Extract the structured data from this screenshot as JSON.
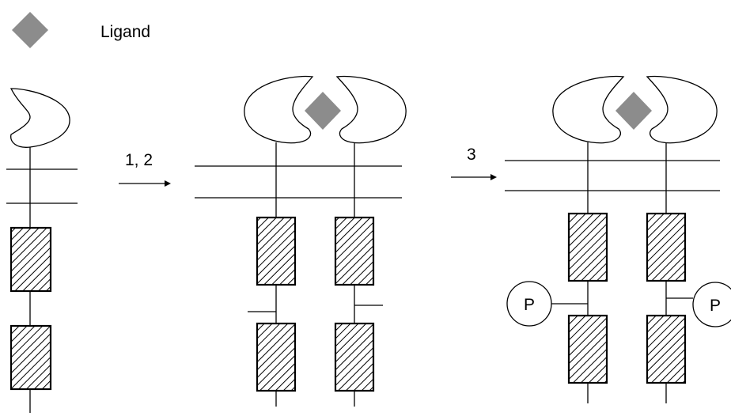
{
  "legend": {
    "label": "Ligand",
    "symbol": "ligand-diamond-icon",
    "symbol_color": "#8c8c8c"
  },
  "steps": {
    "arrow_1_label": "1, 2",
    "arrow_2_label": "3"
  },
  "phosphate": {
    "label_left": "P",
    "label_right": "P"
  },
  "colors": {
    "line": "#000000",
    "ligand": "#8c8c8c",
    "background": "#ffffff"
  }
}
